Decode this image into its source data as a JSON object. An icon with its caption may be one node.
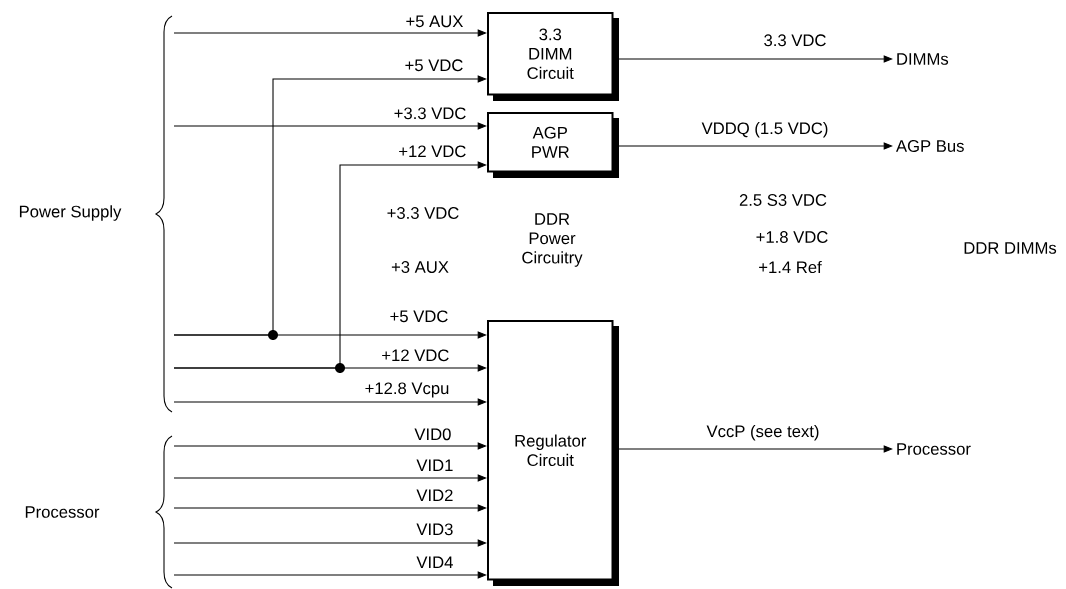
{
  "diagram": {
    "nodes": [
      {
        "text": [
          "Power Supply"
        ]
      },
      {
        "text": [
          "Processor"
        ]
      },
      {
        "text": [
          "3.3 DIMM Circuit"
        ]
      },
      {
        "text": [
          "AGP PWR"
        ]
      },
      {
        "text": [
          "Regulator Circuit"
        ]
      },
      {
        "text": [
          "DIMMs"
        ]
      },
      {
        "text": [
          "AGP Bus"
        ]
      },
      {
        "text": [
          "Processor"
        ]
      }
    ],
    "edges": [
      {
        "from": 0,
        "to": 2,
        "arrow": "to",
        "label": "+5 AUX"
      },
      {
        "from": 0,
        "to": 2,
        "arrow": "to",
        "label": "+5 VDC"
      },
      {
        "from": 0,
        "to": 3,
        "arrow": "to",
        "label": "+3.3 VDC"
      },
      {
        "from": 0,
        "to": 3,
        "arrow": "to",
        "label": "+12 VDC"
      },
      {
        "from": 0,
        "to": 4,
        "arrow": "to",
        "label": "+5 VDC"
      },
      {
        "from": 0,
        "to": 4,
        "arrow": "to",
        "label": "+12 VDC"
      },
      {
        "from": 0,
        "to": 4,
        "arrow": "to",
        "label": "+12.8 Vcpu"
      },
      {
        "from": 1,
        "to": 4,
        "arrow": "to",
        "label": "VID0"
      },
      {
        "from": 1,
        "to": 4,
        "arrow": "to",
        "label": "VID1"
      },
      {
        "from": 1,
        "to": 4,
        "arrow": "to",
        "label": "VID2"
      },
      {
        "from": 1,
        "to": 4,
        "arrow": "to",
        "label": "VID3"
      },
      {
        "from": 1,
        "to": 4,
        "arrow": "to",
        "label": "VID4"
      },
      {
        "from": 2,
        "to": 5,
        "arrow": "to",
        "label": "3.3 VDC"
      },
      {
        "from": 3,
        "to": 6,
        "arrow": "to",
        "label": "VDDQ (1.5 VDC)"
      },
      {
        "from": 4,
        "to": 7,
        "arrow": "to",
        "label": "VccP (see text)"
      }
    ],
    "labels": [
      "+3.3 VDC",
      "DDR Power Circuitry",
      "2.5 S3 VDC",
      "+1.8 VDC",
      "DDR DIMMs",
      "+3 AUX",
      "+1.4 Ref"
    ]
  }
}
